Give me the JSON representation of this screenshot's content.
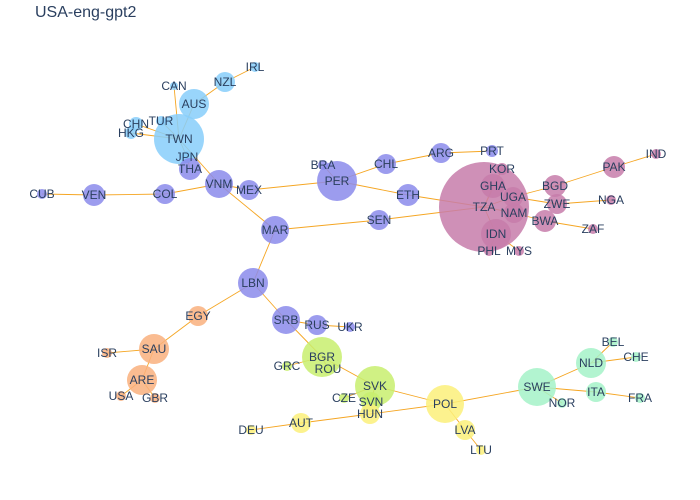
{
  "title": "USA-eng-gpt2",
  "group_colors": {
    "blue": "#87CEFA",
    "purple": "#8B8BEB",
    "pink": "#C77DAA",
    "orange": "#F9B07E",
    "lime": "#C8EE6E",
    "yellow": "#FBF07A",
    "green": "#A5F2C8"
  },
  "edge_color": "#F5A623",
  "nodes": [
    {
      "id": "TWN",
      "group": "blue"
    },
    {
      "id": "AUS",
      "group": "blue"
    },
    {
      "id": "NZL",
      "group": "blue"
    },
    {
      "id": "IRL",
      "group": "blue"
    },
    {
      "id": "CAN",
      "group": "blue"
    },
    {
      "id": "TUR",
      "group": "blue"
    },
    {
      "id": "CHN",
      "group": "blue"
    },
    {
      "id": "HKG",
      "group": "blue"
    },
    {
      "id": "JPN",
      "group": "blue"
    },
    {
      "id": "THA",
      "group": "purple"
    },
    {
      "id": "VNM",
      "group": "purple"
    },
    {
      "id": "MEX",
      "group": "purple"
    },
    {
      "id": "COL",
      "group": "purple"
    },
    {
      "id": "VEN",
      "group": "purple"
    },
    {
      "id": "CUB",
      "group": "purple"
    },
    {
      "id": "PER",
      "group": "purple"
    },
    {
      "id": "BRA",
      "group": "purple"
    },
    {
      "id": "CHL",
      "group": "purple"
    },
    {
      "id": "ARG",
      "group": "purple"
    },
    {
      "id": "PRT",
      "group": "purple"
    },
    {
      "id": "ETH",
      "group": "purple"
    },
    {
      "id": "SEN",
      "group": "purple"
    },
    {
      "id": "MAR",
      "group": "purple"
    },
    {
      "id": "LBN",
      "group": "purple"
    },
    {
      "id": "SRB",
      "group": "purple"
    },
    {
      "id": "RUS",
      "group": "purple"
    },
    {
      "id": "UKR",
      "group": "purple"
    },
    {
      "id": "TZA",
      "group": "pink"
    },
    {
      "id": "KOR",
      "group": "pink"
    },
    {
      "id": "GHA",
      "group": "pink"
    },
    {
      "id": "UGA",
      "group": "pink"
    },
    {
      "id": "NAM",
      "group": "pink"
    },
    {
      "id": "IDN",
      "group": "pink"
    },
    {
      "id": "PHL",
      "group": "pink"
    },
    {
      "id": "MYS",
      "group": "pink"
    },
    {
      "id": "BGD",
      "group": "pink"
    },
    {
      "id": "ZWE",
      "group": "pink"
    },
    {
      "id": "BWA",
      "group": "pink"
    },
    {
      "id": "PAK",
      "group": "pink"
    },
    {
      "id": "IND",
      "group": "pink"
    },
    {
      "id": "NGA",
      "group": "pink"
    },
    {
      "id": "ZAF",
      "group": "pink"
    },
    {
      "id": "EGY",
      "group": "orange"
    },
    {
      "id": "SAU",
      "group": "orange"
    },
    {
      "id": "ISR",
      "group": "orange"
    },
    {
      "id": "ARE",
      "group": "orange"
    },
    {
      "id": "USA",
      "group": "orange"
    },
    {
      "id": "GBR",
      "group": "orange"
    },
    {
      "id": "BGR",
      "group": "lime"
    },
    {
      "id": "GRC",
      "group": "lime"
    },
    {
      "id": "ROU",
      "group": "lime"
    },
    {
      "id": "SVK",
      "group": "lime"
    },
    {
      "id": "CZE",
      "group": "lime"
    },
    {
      "id": "SVN",
      "group": "lime"
    },
    {
      "id": "HUN",
      "group": "yellow"
    },
    {
      "id": "AUT",
      "group": "yellow"
    },
    {
      "id": "DEU",
      "group": "yellow"
    },
    {
      "id": "POL",
      "group": "yellow"
    },
    {
      "id": "LVA",
      "group": "yellow"
    },
    {
      "id": "LTU",
      "group": "yellow"
    },
    {
      "id": "SWE",
      "group": "green"
    },
    {
      "id": "NOR",
      "group": "green"
    },
    {
      "id": "NLD",
      "group": "green"
    },
    {
      "id": "BEL",
      "group": "green"
    },
    {
      "id": "CHE",
      "group": "green"
    },
    {
      "id": "ITA",
      "group": "green"
    },
    {
      "id": "FRA",
      "group": "green"
    }
  ],
  "edges": [
    [
      "IRL",
      "NZL"
    ],
    [
      "NZL",
      "AUS"
    ],
    [
      "AUS",
      "TWN"
    ],
    [
      "CAN",
      "TWN"
    ],
    [
      "TUR",
      "TWN"
    ],
    [
      "CHN",
      "TWN"
    ],
    [
      "HKG",
      "TWN"
    ],
    [
      "TWN",
      "JPN"
    ],
    [
      "JPN",
      "THA"
    ],
    [
      "TWN",
      "VNM"
    ],
    [
      "VNM",
      "COL"
    ],
    [
      "COL",
      "VEN"
    ],
    [
      "VEN",
      "CUB"
    ],
    [
      "VNM",
      "MEX"
    ],
    [
      "MEX",
      "PER"
    ],
    [
      "BRA",
      "PER"
    ],
    [
      "PER",
      "CHL"
    ],
    [
      "CHL",
      "ARG"
    ],
    [
      "ARG",
      "PRT"
    ],
    [
      "PER",
      "ETH"
    ],
    [
      "ETH",
      "TZA"
    ],
    [
      "VNM",
      "MAR"
    ],
    [
      "MAR",
      "SEN"
    ],
    [
      "SEN",
      "TZA"
    ],
    [
      "MAR",
      "LBN"
    ],
    [
      "LBN",
      "SRB"
    ],
    [
      "SRB",
      "RUS"
    ],
    [
      "RUS",
      "UKR"
    ],
    [
      "LBN",
      "EGY"
    ],
    [
      "EGY",
      "SAU"
    ],
    [
      "SAU",
      "ISR"
    ],
    [
      "SAU",
      "ARE"
    ],
    [
      "ARE",
      "USA"
    ],
    [
      "ARE",
      "GBR"
    ],
    [
      "SRB",
      "BGR"
    ],
    [
      "BGR",
      "GRC"
    ],
    [
      "BGR",
      "ROU"
    ],
    [
      "BGR",
      "SVK"
    ],
    [
      "SVK",
      "CZE"
    ],
    [
      "SVK",
      "SVN"
    ],
    [
      "SVK",
      "POL"
    ],
    [
      "HUN",
      "POL"
    ],
    [
      "HUN",
      "AUT"
    ],
    [
      "AUT",
      "DEU"
    ],
    [
      "POL",
      "LVA"
    ],
    [
      "LVA",
      "LTU"
    ],
    [
      "POL",
      "SWE"
    ],
    [
      "SWE",
      "NOR"
    ],
    [
      "SWE",
      "NLD"
    ],
    [
      "NLD",
      "BEL"
    ],
    [
      "NLD",
      "CHE"
    ],
    [
      "SWE",
      "ITA"
    ],
    [
      "ITA",
      "FRA"
    ],
    [
      "TZA",
      "KOR"
    ],
    [
      "TZA",
      "GHA"
    ],
    [
      "TZA",
      "UGA"
    ],
    [
      "TZA",
      "NAM"
    ],
    [
      "TZA",
      "IDN"
    ],
    [
      "IDN",
      "PHL"
    ],
    [
      "IDN",
      "MYS"
    ],
    [
      "UGA",
      "BGD"
    ],
    [
      "BGD",
      "PAK"
    ],
    [
      "PAK",
      "IND"
    ],
    [
      "UGA",
      "ZWE"
    ],
    [
      "ZWE",
      "NGA"
    ],
    [
      "NAM",
      "BWA"
    ],
    [
      "BWA",
      "ZAF"
    ]
  ]
}
